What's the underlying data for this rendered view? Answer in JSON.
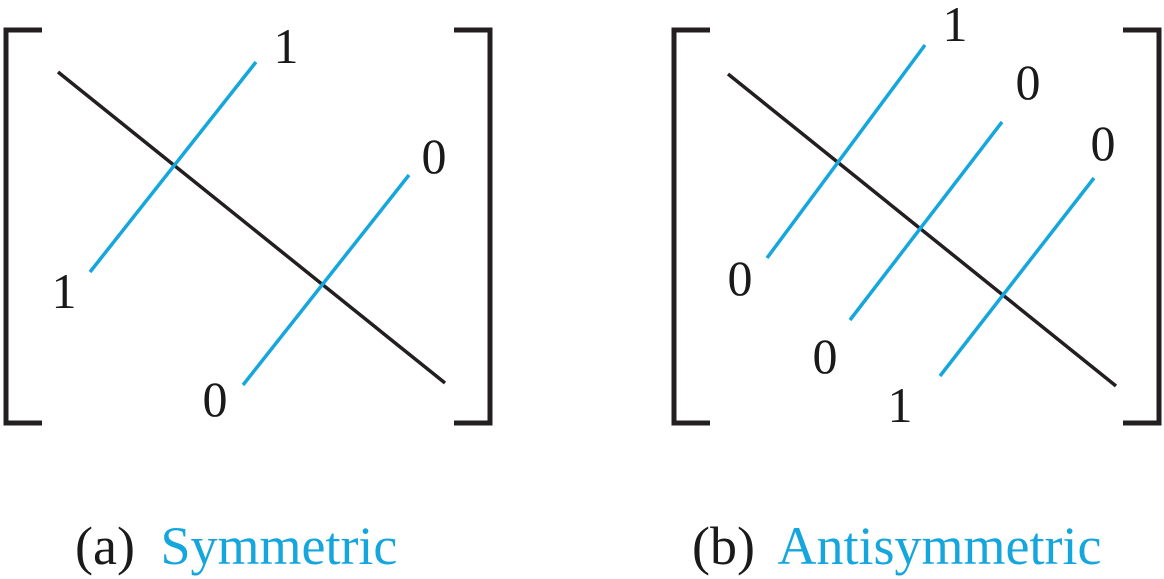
{
  "colors": {
    "ink": "#231f20",
    "accent": "#16a6de"
  },
  "panels": [
    {
      "prefix": "(a)",
      "name": "Symmetric",
      "labels": [
        "1",
        "1",
        "0",
        "0"
      ]
    },
    {
      "prefix": "(b)",
      "name": "Antisymmetric",
      "labels": [
        "1",
        "0",
        "0",
        "0",
        "0",
        "1"
      ]
    }
  ]
}
